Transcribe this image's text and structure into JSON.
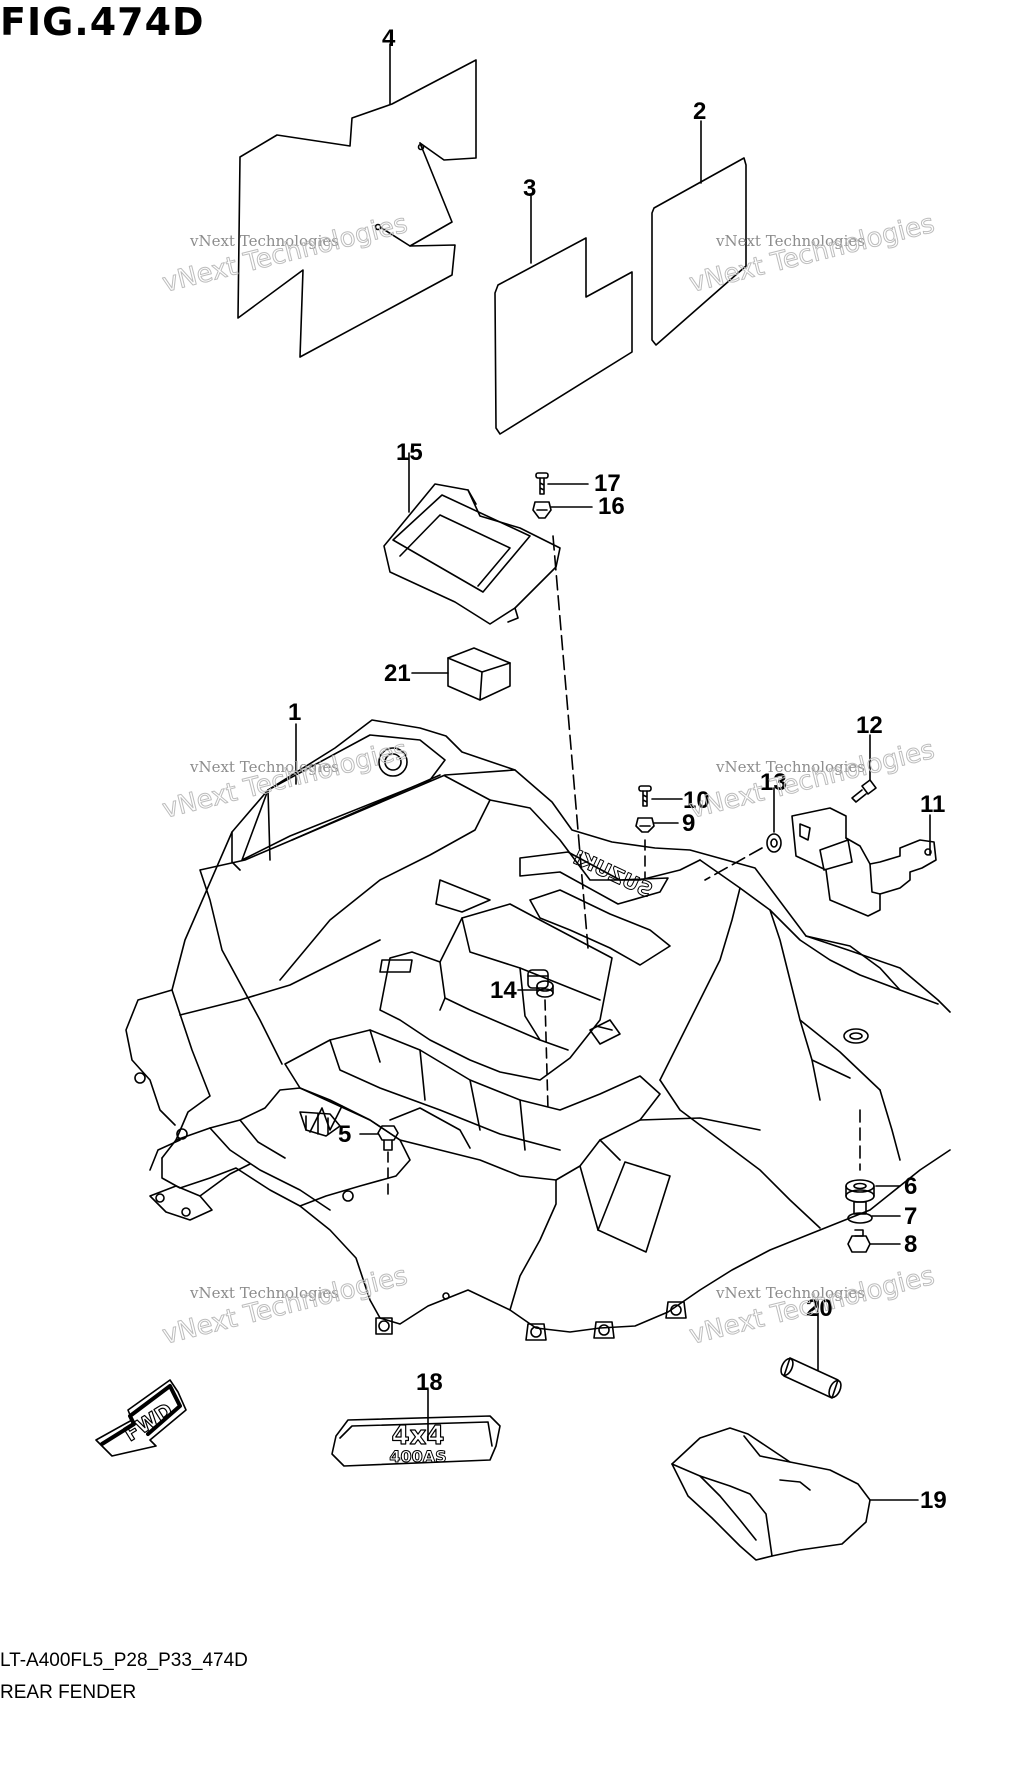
{
  "figure": {
    "title": "FIG.474D",
    "model_code": "LT-A400FL5_P28_P33_474D",
    "part_group": "REAR FENDER"
  },
  "watermark": {
    "line1": "vNext Technologies",
    "line2": "vNext Technologies"
  },
  "callouts": [
    "1",
    "2",
    "3",
    "4",
    "5",
    "6",
    "7",
    "8",
    "9",
    "10",
    "11",
    "12",
    "13",
    "14",
    "15",
    "16",
    "17",
    "18",
    "19",
    "20",
    "21"
  ],
  "embossed_text": {
    "fender_logo": "SUZUKI",
    "fwd_arrow": "FWD",
    "emblem_top": "4x4",
    "emblem_bottom": "400AS"
  },
  "colors": {
    "line": "#000000",
    "watermark": "#9a9a9a",
    "background": "#ffffff"
  }
}
